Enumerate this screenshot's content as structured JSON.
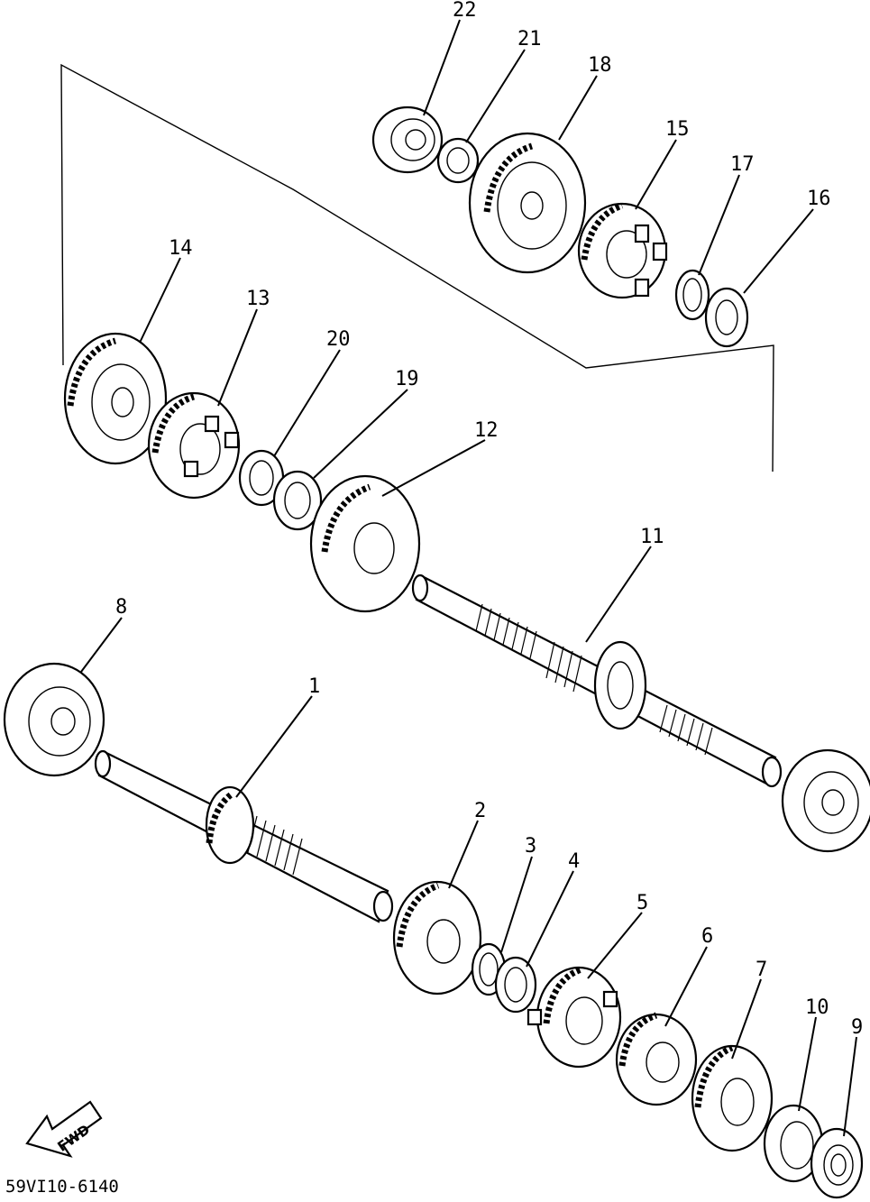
{
  "diagram": {
    "code": "59VI10-6140",
    "fwd_label": "FWD",
    "callouts": [
      "1",
      "2",
      "3",
      "4",
      "5",
      "6",
      "7",
      "8",
      "9",
      "10",
      "11",
      "12",
      "13",
      "14",
      "15",
      "16",
      "17",
      "18",
      "19",
      "20",
      "21",
      "22"
    ]
  }
}
